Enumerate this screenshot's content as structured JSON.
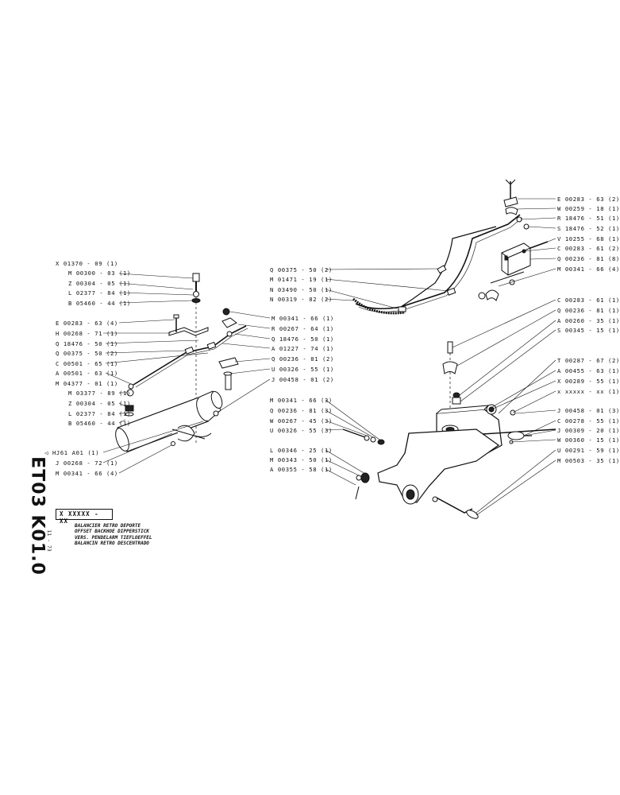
{
  "sheet": {
    "code": "ET03 K01.0",
    "date": "11 - 73",
    "part_number": "X XXXXX - XX",
    "titles": [
      "BALANCIER RETRO DEPORTE",
      "OFFSET BACKHOE DIPPERSTICK",
      "VERS. PENDELARM TIEFLOEFFEL",
      "BALANCIN RETRO DESCENTRADO"
    ]
  },
  "left_callouts": [
    "X 01370 - 09 (1)",
    "M 00300 - 03 (1)",
    "Z 00304 - 05 (1)",
    "L 02377 - 84 (1)",
    "B 05460 - 44 (1)",
    "E 00283 - 63 (4)",
    "H 00268 - 71 (1)",
    "Q 18476 - 50 (1)",
    "Q 00375 - 50 (2)",
    "C 00501 - 65 (1)",
    "A 00501 - 63 (1)",
    "M 04377 - 01 (1)",
    "M 03377 - 89 (1)",
    "Z 00304 - 05 (1)",
    "L 02377 - 84 (1)",
    "B 05460 - 44 (1)",
    "HJ61 A01 (1)",
    "J 00268 - 72 (1)",
    "M 00341 - 66 (4)"
  ],
  "mid_callouts": [
    "M 00341 - 66 (1)",
    "R 00267 - 64 (1)",
    "Q 18476 - 50 (1)",
    "A 01227 - 74 (1)",
    "Q 00236 - 81 (2)",
    "U 00326 - 55 (1)",
    "J 00458 - 01 (2)"
  ],
  "hose_callouts": [
    "Q 00375 - 50 (2)",
    "M 01471 - 19 (1)",
    "N 03490 - 50 (1)",
    "N 00319 - 82 (2)"
  ],
  "lower_mid_callouts": [
    "M 00341 - 66 (3)",
    "Q 00236 - 81 (3)",
    "W 00267 - 45 (3)",
    "U 00326 - 55 (3)",
    "L 00346 - 25 (1)",
    "M 00343 - 50 (1)",
    "A 00355 - 58 (1)"
  ],
  "right_top_callouts": [
    "E 00283 - 63 (2)",
    "W 00259 - 18 (1)",
    "R 18476 - 51 (1)",
    "S 18476 - 52 (1)",
    "V 10255 - 68 (1)",
    "C 00283 - 61 (2)",
    "Q 00236 - 81 (8)",
    "M 00341 - 66 (4)"
  ],
  "right_bottom_callouts": [
    "C 00283 - 61 (1)",
    "Q 00236 - 81 (1)",
    "A 00260 - 35 (1)",
    "S 00345 - 15 (1)",
    "T 00287 - 67 (2)",
    "A 00455 - 63 (1)",
    "X 00289 - 55 (1)",
    "x xxxxx - xx (1)",
    "J 00458 - 01 (3)",
    "C 00278 - 55 (1)",
    "J 00309 - 20 (1)",
    "W 00360 - 15 (1)",
    "U 00291 - 59 (1)",
    "M 00503 - 35 (1)"
  ],
  "icons": {
    "marker": "left-triangle-icon"
  }
}
